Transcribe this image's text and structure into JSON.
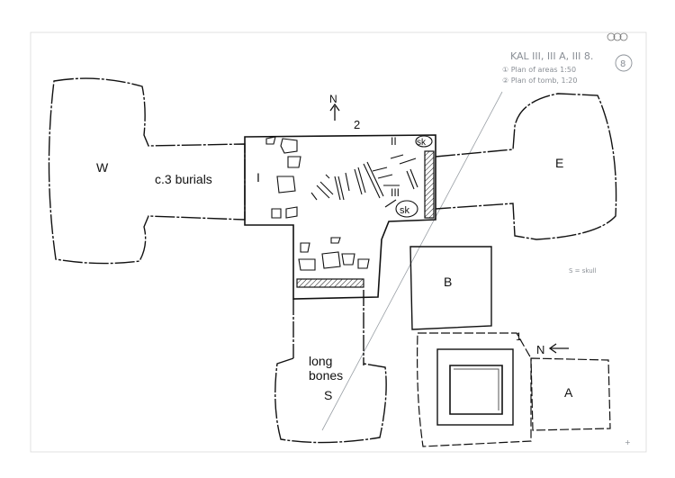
{
  "header": {
    "site_code": "KAL III, III A, III 8.",
    "sheet_number": "8",
    "legend_line_1": "① Plan of areas 1:50",
    "legend_line_2": "② Plan of tomb, 1:20"
  },
  "plan_2": {
    "number": "2",
    "north_label": "N",
    "chamber_W": "W",
    "chamber_E": "E",
    "chamber_S": "S",
    "w_note": "c.3 burials",
    "s_note_line_1": "long",
    "s_note_line_2": "bones",
    "burial_I": "I",
    "burial_II": "II",
    "burial_III": "III",
    "skull_label": "sk",
    "skull_key": "S = skull"
  },
  "plan_1": {
    "number": "1",
    "north_label": "N",
    "area_A": "A",
    "area_B": "B"
  },
  "colors": {
    "ink": "#111111",
    "pencil": "#8a8f96"
  }
}
